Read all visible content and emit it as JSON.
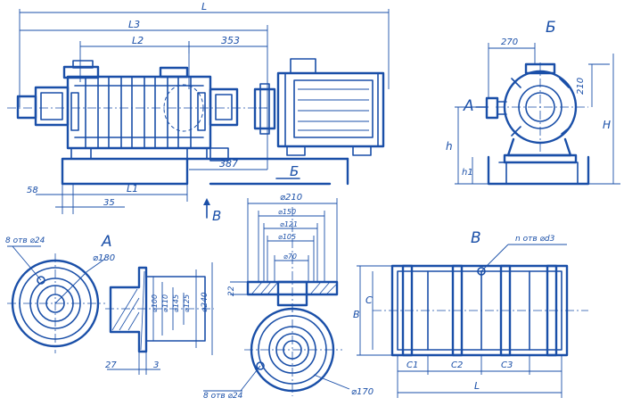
{
  "colors": {
    "ink": "#1a4fa8",
    "paper": "#ffffff"
  },
  "dims": {
    "L_total": "L",
    "L3": "L3",
    "L2": "L2",
    "d353": "353",
    "d387": "387",
    "d58": "58",
    "d35": "35",
    "L1": "L1",
    "d270": "270",
    "d210": "210",
    "H": "H",
    "h": "h",
    "h1": "h1",
    "bolt_left": "8 отв ⌀24",
    "d180": "⌀180",
    "d240_vert": "⌀240",
    "d145": "⌀145",
    "d125": "⌀125",
    "d110_vert": "⌀110",
    "d100": "⌀100",
    "d27": "27",
    "d3": "3",
    "d210_top": "⌀210",
    "d150": "⌀150",
    "d121": "⌀121",
    "d105": "⌀105",
    "d70": "⌀70",
    "d22": "22",
    "bolt_bottom": "8 отв ⌀24",
    "d170": "⌀170",
    "n_holes": "n отв ⌀d3",
    "B_dim": "B",
    "C_dim": "C",
    "c1": "C1",
    "c2": "C2",
    "c3": "C3",
    "L_base": "L"
  },
  "views": {
    "A_label": "A",
    "B_label": "Б",
    "V_label": "B",
    "A_arrow": "A",
    "B_arrow": "Б",
    "V_arrow": "B",
    "V_title": "B"
  }
}
